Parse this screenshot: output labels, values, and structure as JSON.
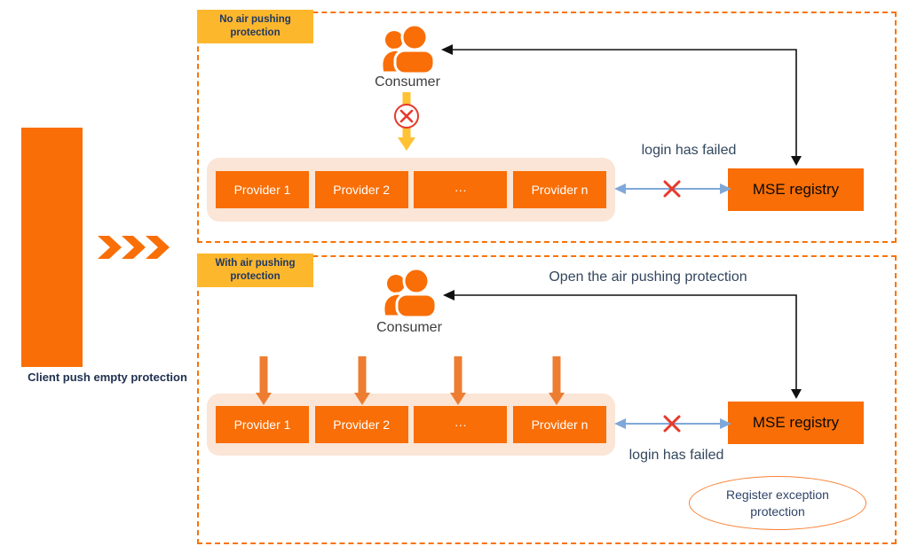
{
  "colors": {
    "orange": "#F96E06",
    "muted_arrow_orange": "#ED7D31",
    "gold_label": "#FDB72C",
    "gold_arrow": "#FFC233",
    "peach_container": "#FBE5D6",
    "blue_arrow": "#7FA8D9",
    "red": "#E8392B",
    "navy_text": "#1F3864",
    "slate_text": "#33475E"
  },
  "left": {
    "caption": "Client push empty protection",
    "chevrons_icon": "triple-chevron-right"
  },
  "panels": [
    {
      "label": "No air pushing protection",
      "consumer_label": "Consumer",
      "blocked_push_icon": "red-cross-circle",
      "providers": [
        "Provider 1",
        "Provider 2",
        "···",
        "Provider n"
      ],
      "status_text": "login has failed",
      "registry_label": "MSE registry"
    },
    {
      "label": "With air pushing protection",
      "consumer_label": "Consumer",
      "arrow_note": "Open the air pushing protection",
      "providers": [
        "Provider 1",
        "Provider 2",
        "···",
        "Provider n"
      ],
      "status_text": "login has failed",
      "registry_label": "MSE registry",
      "callout": "Register exception protection"
    }
  ]
}
